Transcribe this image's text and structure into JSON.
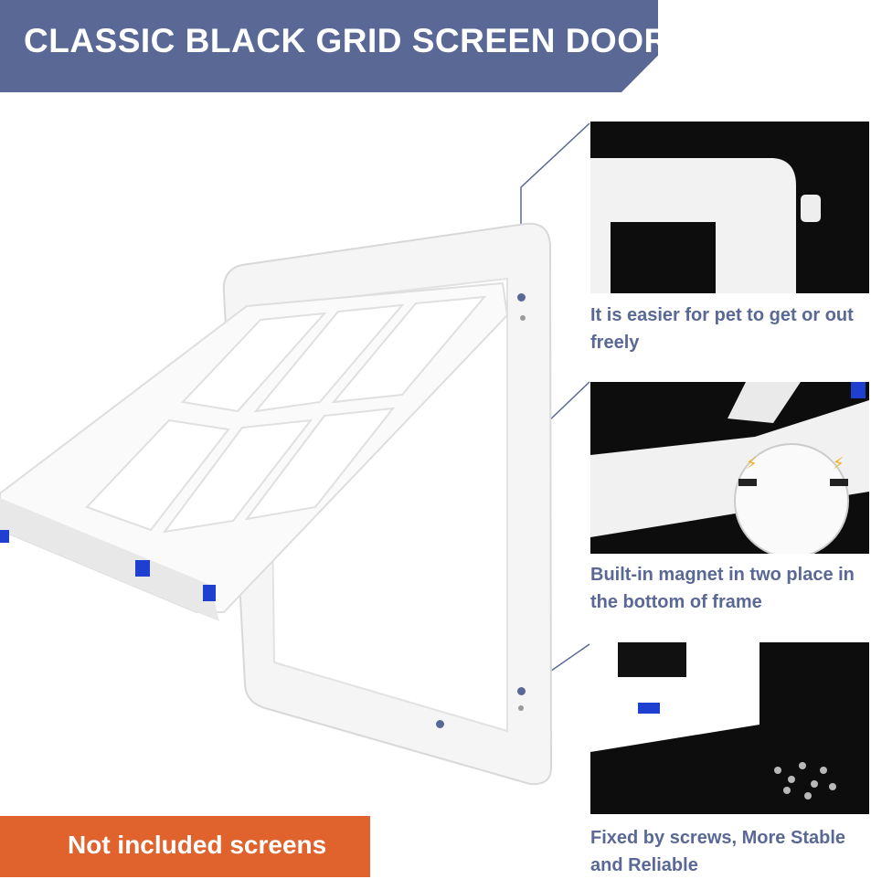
{
  "header": {
    "title": "CLASSIC BLACK GRID SCREEN DOOR",
    "color": "#5a6896"
  },
  "footer": {
    "label": "Not included screens",
    "color": "#e0632e"
  },
  "features": [
    {
      "caption": "It is easier for pet to get or out freely"
    },
    {
      "caption": "Built-in magnet in two place in the bottom of frame"
    },
    {
      "caption": "Fixed by screws, More Stable and Reliable"
    }
  ],
  "product_image": {
    "subject": "white-pet-door-frame-with-open-grid-flap"
  }
}
